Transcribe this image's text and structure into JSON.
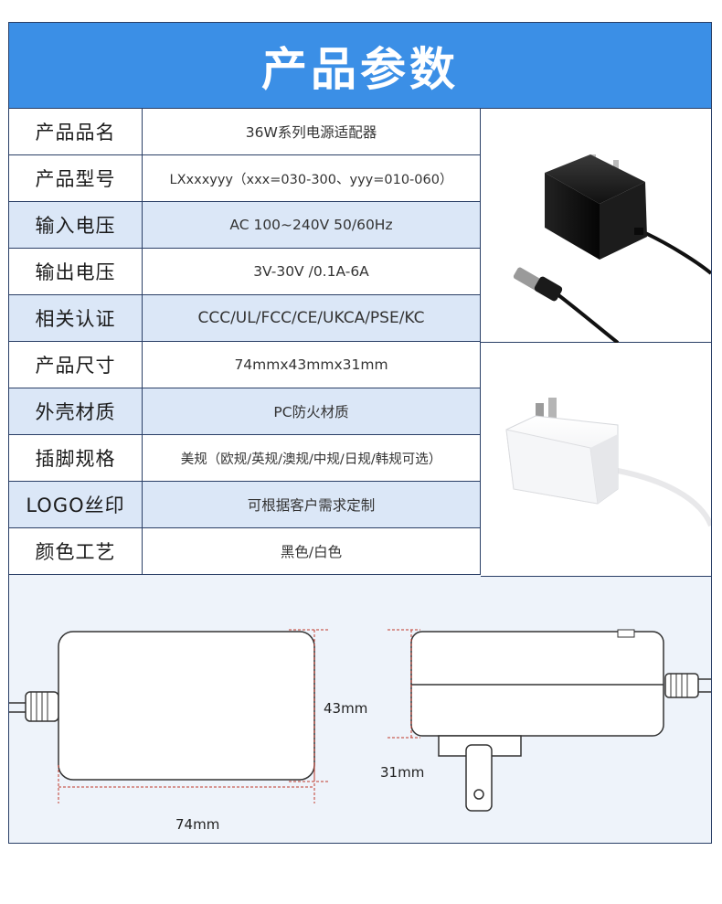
{
  "title": "产品参数",
  "specs": [
    {
      "key": "产品品名",
      "value": "36W系列电源适配器"
    },
    {
      "key": "产品型号",
      "value": "LXxxxyyy（xxx=030-300、yyy=010-060）"
    },
    {
      "key": "输入电压",
      "value": "AC 100~240V 50/60Hz"
    },
    {
      "key": "输出电压",
      "value": "3V-30V /0.1A-6A"
    },
    {
      "key": "相关认证",
      "value": "CCC/UL/FCC/CE/UKCA/PSE/KC"
    },
    {
      "key": "产品尺寸",
      "value": "74mmx43mmx31mm"
    },
    {
      "key": "外壳材质",
      "value": "PC防火材质"
    },
    {
      "key": "插脚规格",
      "value": "美规（欧规/英规/澳规/中规/日规/韩规可选）"
    },
    {
      "key": "LOGO丝印",
      "value": "可根据客户需求定制"
    },
    {
      "key": "颜色工艺",
      "value": "黑色/白色"
    }
  ],
  "dimensions": {
    "length": "74mm",
    "height": "43mm",
    "depth": "31mm"
  },
  "colors": {
    "header_blue": "#3b8fe6",
    "row_shade": "#dbe7f7",
    "border": "#2a3f66",
    "dimension_line": "#c0392b"
  },
  "images": {
    "black_adapter": "black-power-adapter-photo",
    "white_adapter": "white-power-adapter-photo"
  }
}
